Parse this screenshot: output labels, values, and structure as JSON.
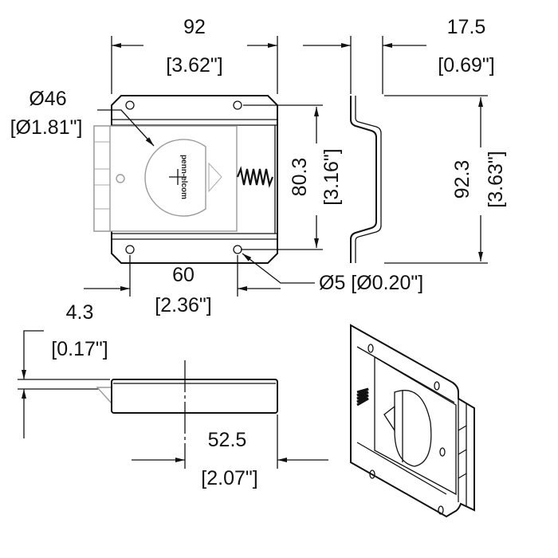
{
  "title": "Penn-Elcom latch technical drawing",
  "logo_text": "penn-elcom",
  "dimensions": {
    "width": {
      "mm": "92",
      "inch": "[3.62\"]"
    },
    "depth": {
      "mm": "17.5",
      "inch": "[0.69\"]"
    },
    "cutout_diameter": {
      "mm": "Ø46",
      "inch": "[Ø1.81\"]"
    },
    "inner_height": {
      "mm": "80.3",
      "inch": "[3.16\"]"
    },
    "outer_height": {
      "mm": "92.3",
      "inch": "[3.63\"]"
    },
    "hole_spacing": {
      "mm": "60",
      "inch": "[2.36\"]"
    },
    "hole_diameter": {
      "label": "Ø5 [Ø0.20\"]"
    },
    "thickness": {
      "mm": "4.3",
      "inch": "[0.17\"]"
    },
    "offset": {
      "mm": "52.5",
      "inch": "[2.07\"]"
    }
  },
  "colors": {
    "line": "#111111",
    "slider": "#9a9a9a"
  }
}
